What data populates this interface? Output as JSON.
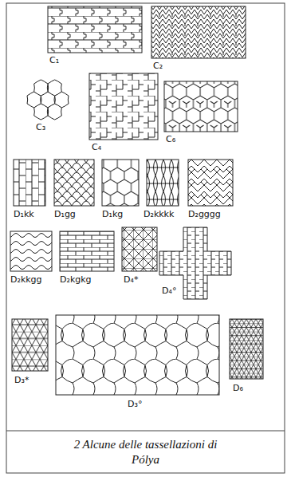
{
  "diagram": {
    "caption": "2 Alcune delle tassellazioni di Pólya",
    "labels": [
      "C₁",
      "C₂",
      "C₃",
      "C₄",
      "C₆",
      "D₁kk",
      "D₁gg",
      "D₁kg",
      "D₂kkkk",
      "D₂gggg",
      "D₂kkgg",
      "D₂kgkg",
      "D₄*",
      "D₄°",
      "D₃*",
      "D₃°",
      "D₆"
    ]
  }
}
